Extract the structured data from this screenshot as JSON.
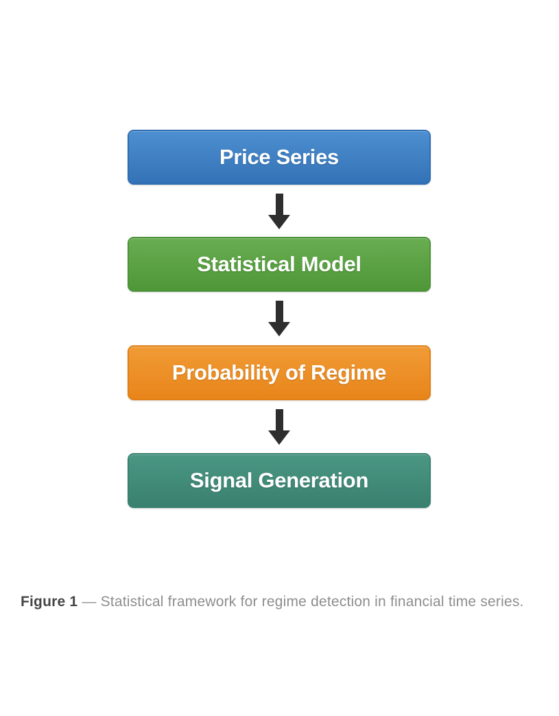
{
  "figure": {
    "background": "#ffffff",
    "flowchart": {
      "arrow_color": "#2e2e2e",
      "nodes": [
        {
          "label": "Price Series",
          "fill_top": "#4d8fd1",
          "fill_bottom": "#3372b6",
          "border": "#2d6db3",
          "text_color": "#ffffff"
        },
        {
          "label": "Statistical Model",
          "fill_top": "#69ad51",
          "fill_bottom": "#4e9738",
          "border": "#4c9238",
          "text_color": "#ffffff"
        },
        {
          "label": "Probability of Regime",
          "fill_top": "#f19b36",
          "fill_bottom": "#e8851a",
          "border": "#e07f15",
          "text_color": "#ffffff"
        },
        {
          "label": "Signal Generation",
          "fill_top": "#4a9784",
          "fill_bottom": "#3a806f",
          "border": "#36816f",
          "text_color": "#ffffff"
        }
      ]
    },
    "caption": {
      "label": "Figure 1",
      "text": "— Statistical framework for regime detection in financial time series.",
      "label_color": "#454545",
      "text_color": "#8d8d8d"
    }
  }
}
